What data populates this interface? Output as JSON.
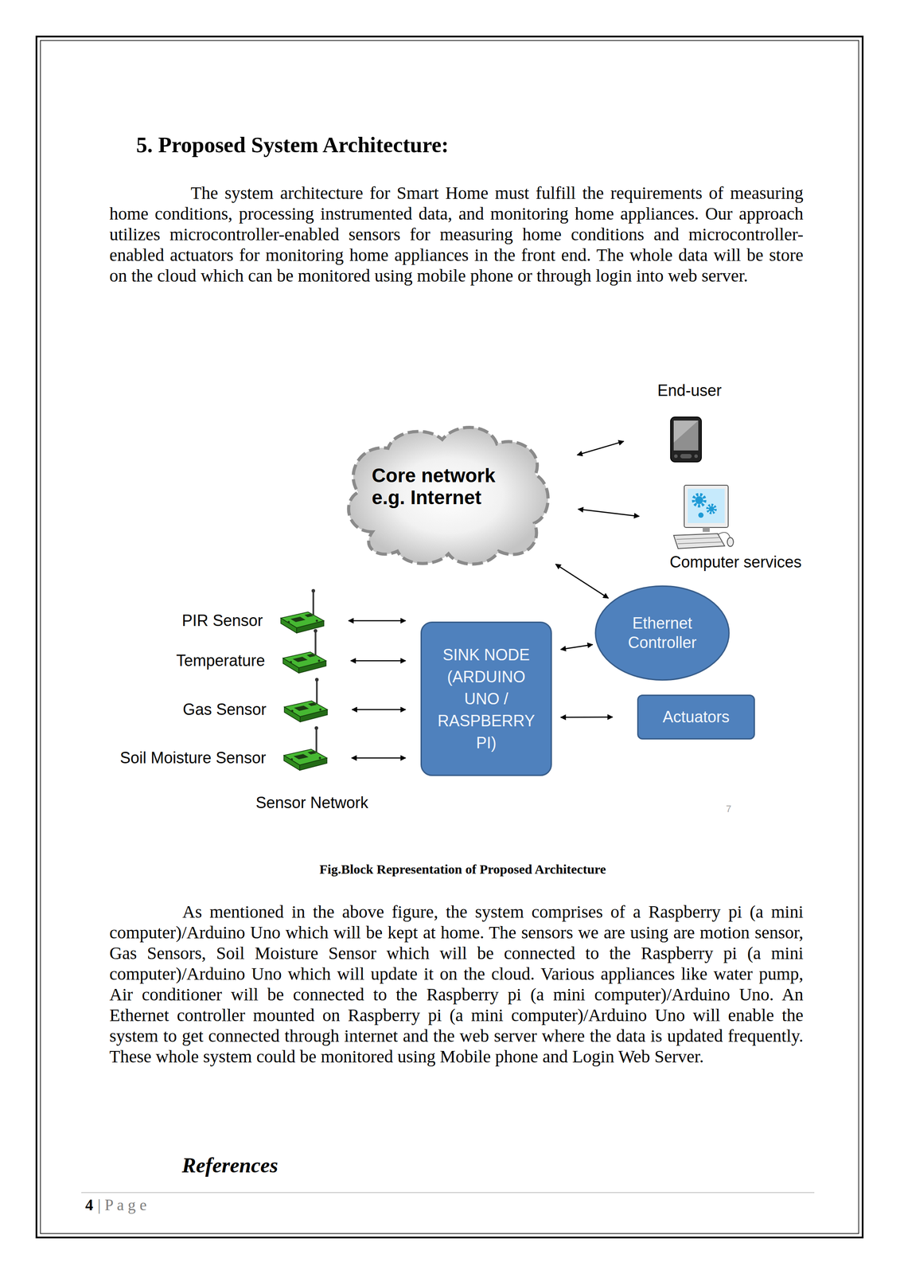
{
  "diagram": {
    "title": "5. Proposed System Architecture:",
    "caption": "Fig.Block Representation of Proposed Architecture",
    "nodes": [
      {
        "text": [
          "Core network e.g. Internet"
        ]
      },
      {
        "text": [
          "End-user"
        ]
      },
      {
        "text": [
          "Computer services"
        ]
      },
      {
        "text": [
          "PIR Sensor"
        ]
      },
      {
        "text": [
          "Temperature"
        ]
      },
      {
        "text": [
          "Gas Sensor"
        ]
      },
      {
        "text": [
          "Soil Moisture Sensor"
        ]
      },
      {
        "text": [
          "SINK NODE (ARDUINO UNO / RASPBERRY PI)"
        ]
      },
      {
        "text": [
          "Ethernet Controller"
        ]
      },
      {
        "text": [
          "Actuators"
        ]
      }
    ],
    "edges": [
      {
        "from": 0,
        "to": 1,
        "arrow": "both"
      },
      {
        "from": 0,
        "to": 2,
        "arrow": "both"
      },
      {
        "from": 8,
        "to": 0,
        "arrow": "both"
      },
      {
        "from": 3,
        "to": 7,
        "arrow": "both"
      },
      {
        "from": 4,
        "to": 7,
        "arrow": "both"
      },
      {
        "from": 5,
        "to": 7,
        "arrow": "both"
      },
      {
        "from": 6,
        "to": 7,
        "arrow": "both"
      },
      {
        "from": 7,
        "to": 8,
        "arrow": "both"
      },
      {
        "from": 7,
        "to": 9,
        "arrow": "both"
      }
    ],
    "labels": [
      "The system architecture for Smart Home must fulfill the requirements of measuring home conditions, processing instrumented data, and monitoring home appliances. Our approach utilizes microcontroller-enabled sensors for measuring home conditions and microcontroller-enabled actuators for monitoring home appliances in the front end. The whole data will be store on the cloud which can be monitored using mobile phone or through login into web server.",
      "Sensor Network",
      "7",
      "As mentioned in the above figure, the system comprises of a Raspberry pi (a mini computer)/Arduino Uno which will be kept at home. The sensors we are using are motion sensor, Gas Sensors, Soil Moisture Sensor which will be connected to the Raspberry pi (a mini computer)/Arduino Uno which will update it on the cloud. Various appliances like water pump, Air conditioner will be connected to the Raspberry pi (a mini computer)/Arduino Uno. An Ethernet controller mounted on Raspberry pi (a mini computer)/Arduino Uno will enable the system to get connected through internet and the web server where the data is updated frequently. These whole system could be monitored using Mobile phone and Login Web Server.",
      "References",
      "4",
      "| P a g e"
    ]
  }
}
